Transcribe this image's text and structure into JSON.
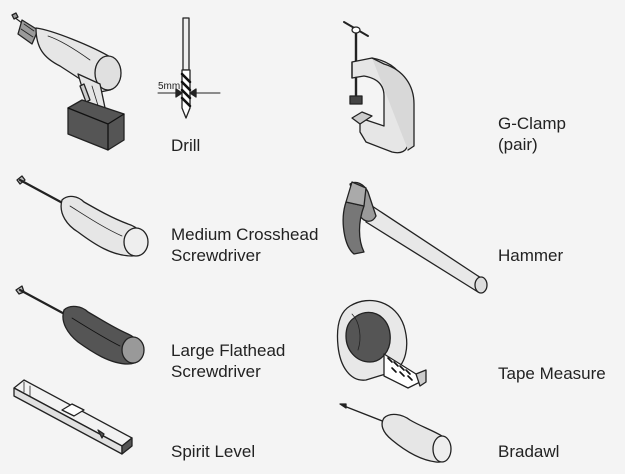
{
  "tools": {
    "drill": {
      "label": "Drill",
      "bit_size": "5mm"
    },
    "medium_crosshead_screwdriver": {
      "line1": "Medium Crosshead",
      "line2": "Screwdriver"
    },
    "large_flathead_screwdriver": {
      "line1": "Large Flathead",
      "line2": "Screwdriver"
    },
    "spirit_level": {
      "label": "Spirit Level"
    },
    "g_clamp": {
      "line1": "G-Clamp",
      "line2": "(pair)"
    },
    "hammer": {
      "label": "Hammer"
    },
    "tape_measure": {
      "label": "Tape Measure"
    },
    "bradawl": {
      "label": "Bradawl"
    }
  },
  "colors": {
    "background": "#f4f4f4",
    "light_fill": "#e6e6e6",
    "dark_fill": "#555555",
    "outline": "#222222"
  }
}
